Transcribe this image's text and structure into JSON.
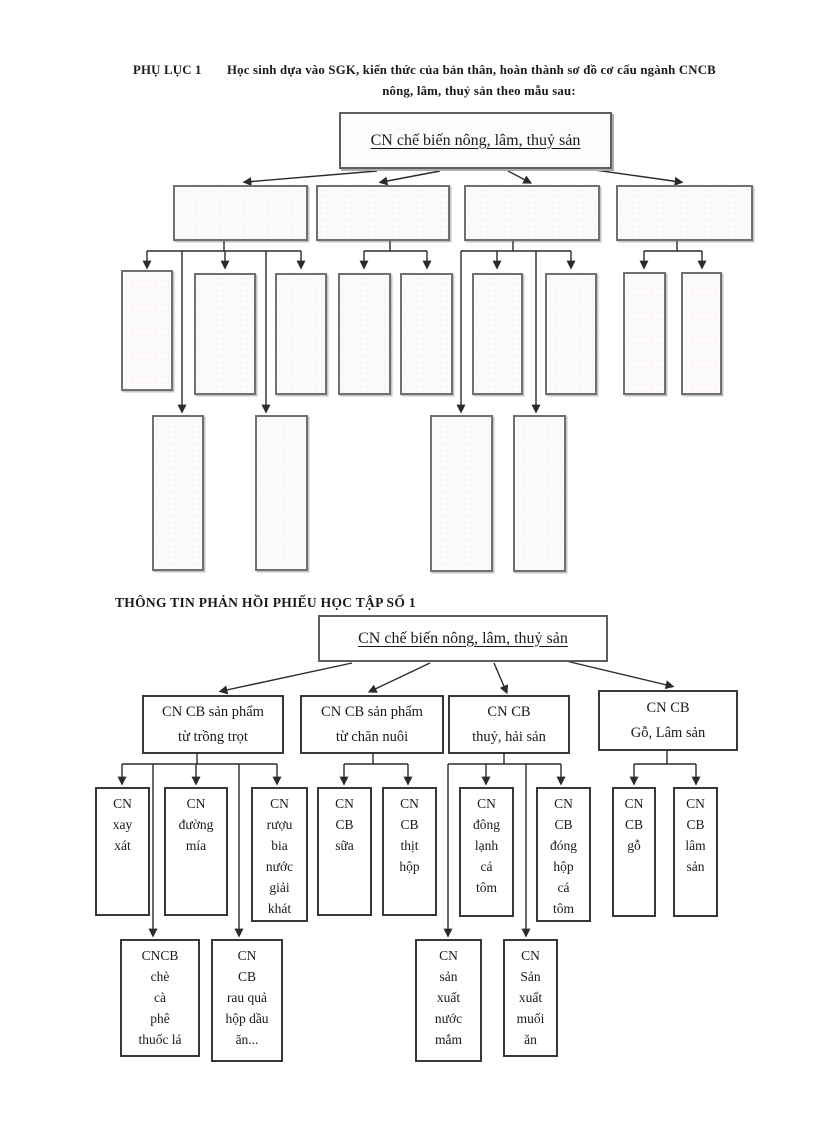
{
  "ink_color": "#2b2b2b",
  "header": {
    "label": "PHỤ LỤC 1",
    "line1": "Học sinh dựa vào SGK, kiến thức của bản thân, hoàn thành sơ đồ cơ cấu ngành CNCB",
    "line2": "nông, lâm, thuỷ sản theo mẫu sau:"
  },
  "section2_heading": "THÔNG TIN PHẢN HỒI PHIẾU HỌC TẬP SỐ 1",
  "diagram1": {
    "root": "CN chế biến nông, lâm, thuỷ sản"
  },
  "diagram2": {
    "root": "CN chế biến nông, lâm, thuỷ sản",
    "level2": [
      "CN CB sản phẩm\ntừ trồng trọt",
      "CN CB sản phẩm\ntừ chăn nuôi",
      "CN CB\nthuỷ, hải sản",
      "CN CB\nGỗ, Lâm sản"
    ],
    "level3": [
      "CN\nxay\nxát",
      "CN\nđường\nmía",
      "CN\nrượu\nbia\nnước\ngiải\nkhát",
      "CN\nCB\nsữa",
      "CN\nCB\nthịt\nhộp",
      "CN\nđông\nlạnh\ncá\ntôm",
      "CN\nCB\nđóng\nhộp\ncá\ntôm",
      "CN\nCB\ngỗ",
      "CN\nCB\nlâm\nsản"
    ],
    "level4": [
      "CNCB\nchè\ncà\nphê\nthuốc lá",
      "CN\nCB\nrau quả\nhộp dầu\năn...",
      "CN\nsản\nxuất\nnước\nmắm",
      "CN\nSản\nxuất\nmuối\năn"
    ]
  }
}
